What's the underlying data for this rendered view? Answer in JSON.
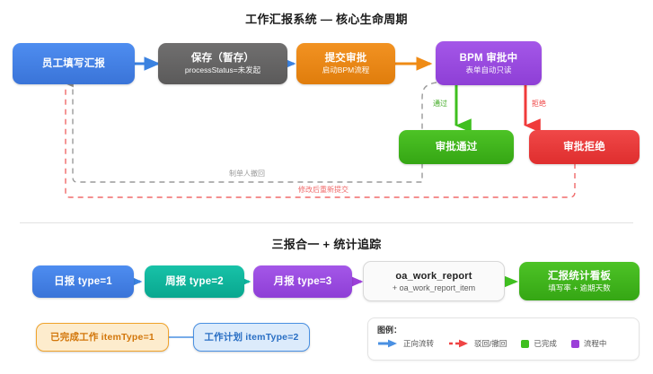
{
  "section1": {
    "title": "工作汇报系统 — 核心生命周期",
    "nodes": [
      {
        "id": "employee-fill",
        "t1": "员工填写汇报",
        "t2": ""
      },
      {
        "id": "save-draft",
        "t1": "保存（暂存）",
        "t2": "processStatus=未发起"
      },
      {
        "id": "submit-approve",
        "t1": "提交审批",
        "t2": "启动BPM流程"
      },
      {
        "id": "bpm-running",
        "t1": "BPM 审批中",
        "t2": "表单自动只读"
      },
      {
        "id": "approved",
        "t1": "审批通过",
        "t2": ""
      },
      {
        "id": "rejected",
        "t1": "审批拒绝",
        "t2": ""
      }
    ],
    "edge_labels": {
      "pass": "通过",
      "reject": "拒绝",
      "withdraw": "制单人撤回",
      "resubmit": "修改后重新提交"
    }
  },
  "section2": {
    "title": "三报合一 + 统计追踪",
    "nodes": [
      {
        "id": "daily",
        "t1": "日报 type=1",
        "t2": ""
      },
      {
        "id": "weekly",
        "t1": "周报 type=2",
        "t2": ""
      },
      {
        "id": "monthly",
        "t1": "月报 type=3",
        "t2": ""
      },
      {
        "id": "table",
        "t1": "oa_work_report",
        "t2": "+ oa_work_report_item"
      },
      {
        "id": "dashboard",
        "t1": "汇报统计看板",
        "t2": "填写率 + 逾期天数"
      }
    ],
    "item_nodes": [
      {
        "id": "item-done",
        "t1": "已完成工作 itemType=1"
      },
      {
        "id": "item-plan",
        "t1": "工作计划 itemType=2"
      }
    ]
  },
  "legend": {
    "title": "图例：",
    "items": [
      {
        "kind": "arrow-solid",
        "color": "#4a90e2",
        "label": "正向流转"
      },
      {
        "kind": "arrow-dashed",
        "color": "#ef4444",
        "label": "驳回/撤回"
      },
      {
        "kind": "swatch",
        "color": "#3fbf1f",
        "label": "已完成"
      },
      {
        "kind": "swatch",
        "color": "#9b3fd8",
        "label": "流程中"
      }
    ]
  },
  "colors": {
    "blue": "#4a86e8",
    "gray": "#666666",
    "orange": "#e88a17",
    "purple": "#9b3fd8",
    "green": "#3fbf1f",
    "red": "#e83e3e",
    "teal": "#10b5a0",
    "dashed_gray": "#9a9a9a",
    "dashed_red": "#f06a6a"
  }
}
